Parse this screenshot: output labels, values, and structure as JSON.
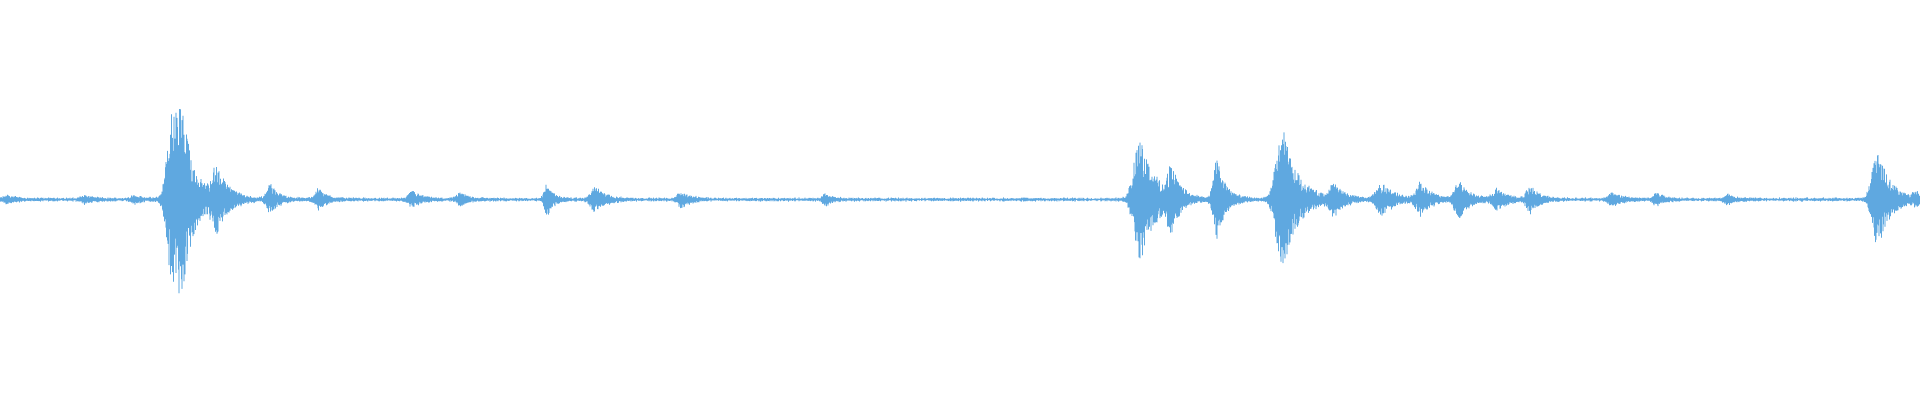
{
  "waveform": {
    "color": "#5fa8e0",
    "background": "#ffffff",
    "baseline_level": 0.004,
    "noise_floor": 0.012,
    "bursts": [
      {
        "position": 0.004,
        "peak": 0.02,
        "spread": 0.004
      },
      {
        "position": 0.044,
        "peak": 0.018,
        "spread": 0.004
      },
      {
        "position": 0.07,
        "peak": 0.018,
        "spread": 0.004
      },
      {
        "position": 0.09,
        "peak": 0.45,
        "spread": 0.006
      },
      {
        "position": 0.095,
        "peak": 0.26,
        "spread": 0.005
      },
      {
        "position": 0.113,
        "peak": 0.14,
        "spread": 0.006
      },
      {
        "position": 0.141,
        "peak": 0.07,
        "spread": 0.004
      },
      {
        "position": 0.166,
        "peak": 0.05,
        "spread": 0.004
      },
      {
        "position": 0.215,
        "peak": 0.04,
        "spread": 0.004
      },
      {
        "position": 0.24,
        "peak": 0.03,
        "spread": 0.004
      },
      {
        "position": 0.285,
        "peak": 0.08,
        "spread": 0.003
      },
      {
        "position": 0.31,
        "peak": 0.06,
        "spread": 0.005
      },
      {
        "position": 0.355,
        "peak": 0.04,
        "spread": 0.004
      },
      {
        "position": 0.43,
        "peak": 0.03,
        "spread": 0.003
      },
      {
        "position": 0.594,
        "peak": 0.32,
        "spread": 0.007
      },
      {
        "position": 0.61,
        "peak": 0.14,
        "spread": 0.004
      },
      {
        "position": 0.634,
        "peak": 0.2,
        "spread": 0.004
      },
      {
        "position": 0.668,
        "peak": 0.36,
        "spread": 0.007
      },
      {
        "position": 0.695,
        "peak": 0.07,
        "spread": 0.005
      },
      {
        "position": 0.72,
        "peak": 0.08,
        "spread": 0.006
      },
      {
        "position": 0.74,
        "peak": 0.08,
        "spread": 0.005
      },
      {
        "position": 0.76,
        "peak": 0.09,
        "spread": 0.005
      },
      {
        "position": 0.78,
        "peak": 0.05,
        "spread": 0.005
      },
      {
        "position": 0.797,
        "peak": 0.07,
        "spread": 0.004
      },
      {
        "position": 0.84,
        "peak": 0.03,
        "spread": 0.005
      },
      {
        "position": 0.863,
        "peak": 0.03,
        "spread": 0.004
      },
      {
        "position": 0.9,
        "peak": 0.02,
        "spread": 0.004
      },
      {
        "position": 0.978,
        "peak": 0.25,
        "spread": 0.006
      },
      {
        "position": 0.998,
        "peak": 0.03,
        "spread": 0.003
      }
    ]
  }
}
